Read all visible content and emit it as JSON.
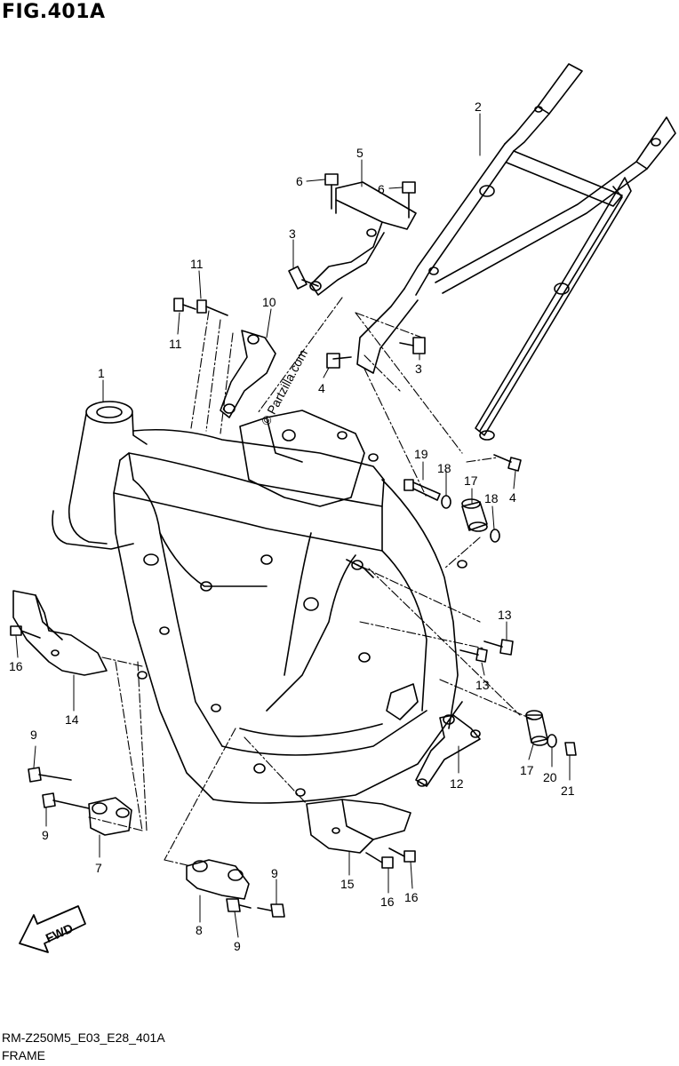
{
  "figure": {
    "title": "FIG.401A",
    "diagram_code": "RM-Z250M5_E03_E28_401A",
    "caption": "FRAME",
    "watermark": "© Partzilla.com",
    "direction_badge": "FWD"
  },
  "callouts": [
    {
      "id": "c-1",
      "label": "1"
    },
    {
      "id": "c-2",
      "label": "2"
    },
    {
      "id": "c-3a",
      "label": "3"
    },
    {
      "id": "c-3b",
      "label": "3"
    },
    {
      "id": "c-4a",
      "label": "4"
    },
    {
      "id": "c-4b",
      "label": "4"
    },
    {
      "id": "c-5",
      "label": "5"
    },
    {
      "id": "c-6a",
      "label": "6"
    },
    {
      "id": "c-6b",
      "label": "6"
    },
    {
      "id": "c-7",
      "label": "7"
    },
    {
      "id": "c-8",
      "label": "8"
    },
    {
      "id": "c-9a",
      "label": "9"
    },
    {
      "id": "c-9b",
      "label": "9"
    },
    {
      "id": "c-9c",
      "label": "9"
    },
    {
      "id": "c-9d",
      "label": "9"
    },
    {
      "id": "c-10",
      "label": "10"
    },
    {
      "id": "c-11a",
      "label": "11"
    },
    {
      "id": "c-11b",
      "label": "11"
    },
    {
      "id": "c-12",
      "label": "12"
    },
    {
      "id": "c-13a",
      "label": "13"
    },
    {
      "id": "c-13b",
      "label": "13"
    },
    {
      "id": "c-14",
      "label": "14"
    },
    {
      "id": "c-15",
      "label": "15"
    },
    {
      "id": "c-16a",
      "label": "16"
    },
    {
      "id": "c-16b",
      "label": "16"
    },
    {
      "id": "c-16c",
      "label": "16"
    },
    {
      "id": "c-17a",
      "label": "17"
    },
    {
      "id": "c-17b",
      "label": "17"
    },
    {
      "id": "c-18a",
      "label": "18"
    },
    {
      "id": "c-18b",
      "label": "18"
    },
    {
      "id": "c-19",
      "label": "19"
    },
    {
      "id": "c-20",
      "label": "20"
    },
    {
      "id": "c-21",
      "label": "21"
    }
  ]
}
